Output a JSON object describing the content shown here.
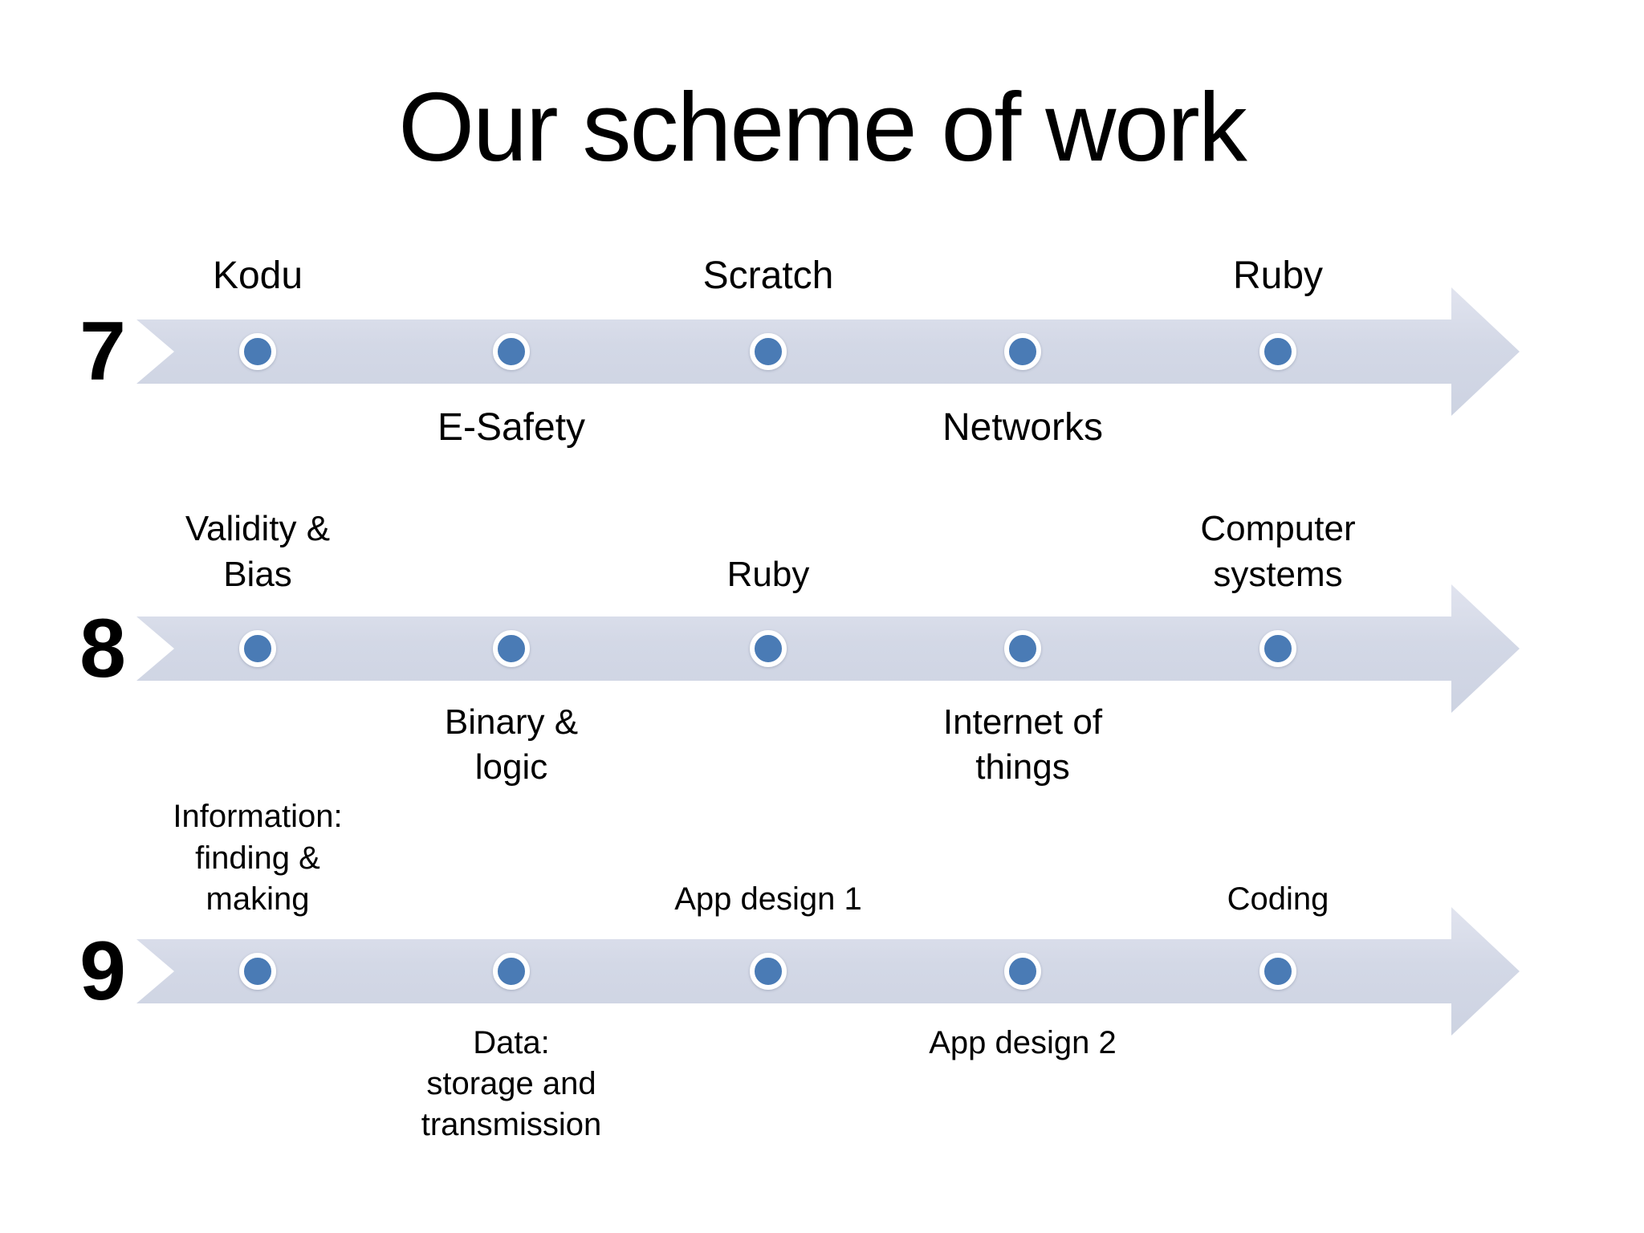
{
  "title": "Our scheme of work",
  "colors": {
    "arrow_fill": "#d3d8e6",
    "arrow_fill_light": "#e1e4ef",
    "dot_fill": "#4a7bb5",
    "dot_ring": "#ffffff",
    "text": "#000000",
    "background": "#ffffff"
  },
  "rows": [
    {
      "number": "7",
      "stops": [
        {
          "label": "Kodu",
          "position": "above"
        },
        {
          "label": "E-Safety",
          "position": "below"
        },
        {
          "label": "Scratch",
          "position": "above"
        },
        {
          "label": "Networks",
          "position": "below"
        },
        {
          "label": "Ruby",
          "position": "above"
        }
      ]
    },
    {
      "number": "8",
      "stops": [
        {
          "label": "Validity &\nBias",
          "position": "above"
        },
        {
          "label": "Binary &\nlogic",
          "position": "below"
        },
        {
          "label": "Ruby",
          "position": "above"
        },
        {
          "label": "Internet of\nthings",
          "position": "below"
        },
        {
          "label": "Computer\nsystems",
          "position": "above"
        }
      ]
    },
    {
      "number": "9",
      "stops": [
        {
          "label": "Information:\nfinding &\nmaking",
          "position": "above"
        },
        {
          "label": "Data:\nstorage and\ntransmission",
          "position": "below"
        },
        {
          "label": "App design 1",
          "position": "above"
        },
        {
          "label": "App design 2",
          "position": "below"
        },
        {
          "label": "Coding",
          "position": "above"
        }
      ]
    }
  ]
}
